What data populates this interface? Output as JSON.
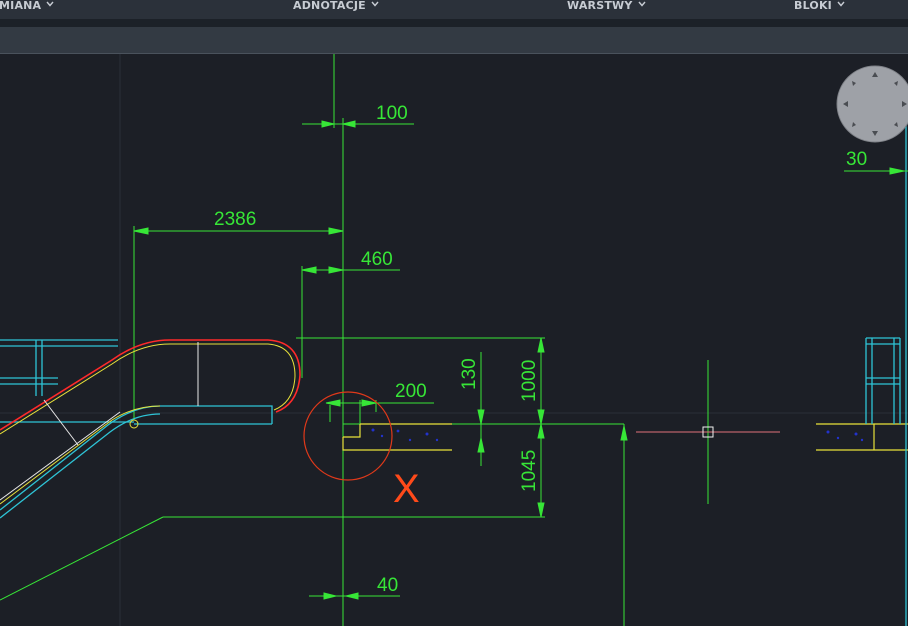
{
  "ribbon": {
    "tabs": [
      {
        "label": "MIANA"
      },
      {
        "label": "ADNOTACJE"
      },
      {
        "label": "WARSTWY"
      },
      {
        "label": "BLOKI"
      }
    ]
  },
  "drawing": {
    "dimensions": {
      "d100": "100",
      "d2386": "2386",
      "d460": "460",
      "d200": "200",
      "d130": "130",
      "d1000": "1000",
      "d1045": "1045",
      "d40": "40",
      "d30": "30"
    },
    "marker_label": "X"
  },
  "colors": {
    "dimension": "#37e637",
    "stair_cyan": "#2ec4d6",
    "rail_red": "#ff2a2a",
    "slab_yellow": "#e8e23a",
    "marker": "#ff4a1a"
  }
}
